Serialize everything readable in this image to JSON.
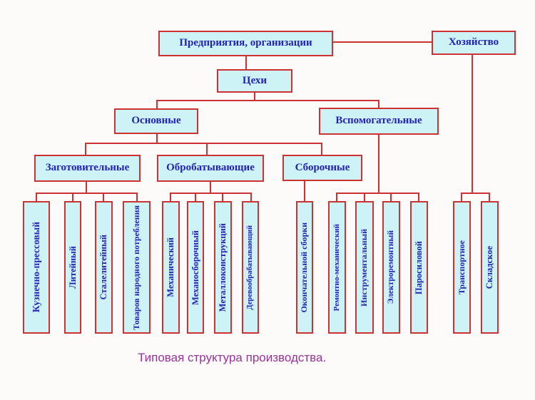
{
  "diagram": {
    "caption": "Типовая структура производства.",
    "nodes": {
      "enterprises": "Предприятия, организации",
      "economy": "Хозяйство",
      "shops": "Цехи",
      "main": "Основные",
      "auxiliary": "Вспомогательные",
      "procurement": "Заготовительные",
      "processing": "Обробатывающие",
      "assembly": "Сборочные"
    },
    "groups": {
      "procurement_leaves": [
        "Кузнечно-прессовый",
        "Литейный",
        "Сталелитейный",
        "Товаров народного потребления"
      ],
      "processing_leaves": [
        "Механический",
        "Механосборочный",
        "Металлоконструкций",
        "Деревообрабатывающий"
      ],
      "assembly_leaves": [
        "Окончательной сборки"
      ],
      "auxiliary_leaves": [
        "Ремонтно-механический",
        "Инструментальный",
        "Электроремонтный",
        "Паросиловой"
      ],
      "economy_leaves": [
        "Транспортное",
        "Складское"
      ]
    }
  },
  "colors": {
    "box_fill": "#cdf3f7",
    "box_border": "#cc3232",
    "line": "#cc3232",
    "text": "#2222b8",
    "caption": "#993399",
    "bg": "#fdfafa"
  }
}
